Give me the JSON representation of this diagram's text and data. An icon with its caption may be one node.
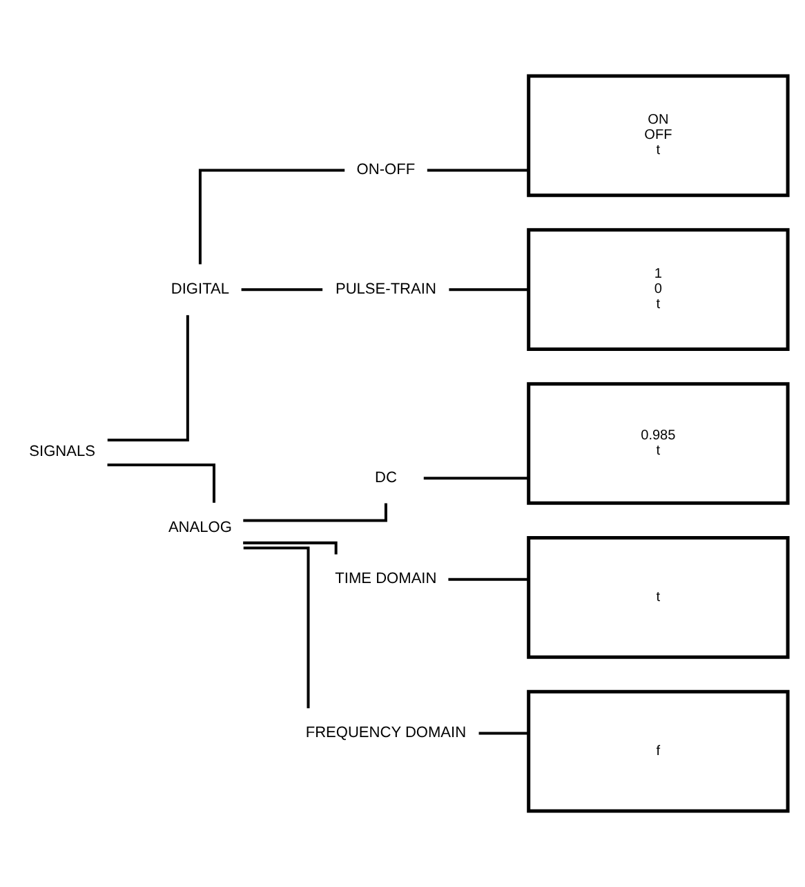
{
  "diagram": {
    "nodes": [
      {
        "text": [
          "SIGNALS"
        ]
      },
      {
        "text": [
          "DIGITAL"
        ]
      },
      {
        "text": [
          "ON-OFF"
        ]
      },
      {
        "text": [
          "PULSE-TRAIN"
        ]
      },
      {
        "text": [
          "ANALOG"
        ]
      },
      {
        "text": [
          "DC"
        ]
      },
      {
        "text": [
          "TIME DOMAIN"
        ]
      },
      {
        "text": [
          "FREQUENCY DOMAIN"
        ]
      },
      {
        "text": [
          "ON",
          "OFF",
          "t"
        ]
      },
      {
        "text": [
          "1",
          "0",
          "t"
        ]
      },
      {
        "text": [
          "0.985",
          "t"
        ]
      },
      {
        "text": [
          "t"
        ]
      },
      {
        "text": [
          "f"
        ]
      }
    ],
    "edges": [
      {
        "from": 0,
        "to": 1,
        "arrow": "none"
      },
      {
        "from": 0,
        "to": 4,
        "arrow": "none"
      },
      {
        "from": 1,
        "to": 2,
        "arrow": "none"
      },
      {
        "from": 1,
        "to": 3,
        "arrow": "none"
      },
      {
        "from": 4,
        "to": 5,
        "arrow": "none"
      },
      {
        "from": 4,
        "to": 6,
        "arrow": "none"
      },
      {
        "from": 4,
        "to": 7,
        "arrow": "none"
      },
      {
        "from": 2,
        "to": 8,
        "arrow": "none"
      },
      {
        "from": 3,
        "to": 9,
        "arrow": "none"
      },
      {
        "from": 5,
        "to": 10,
        "arrow": "none"
      },
      {
        "from": 6,
        "to": 11,
        "arrow": "none"
      },
      {
        "from": 7,
        "to": 12,
        "arrow": "none"
      }
    ]
  }
}
